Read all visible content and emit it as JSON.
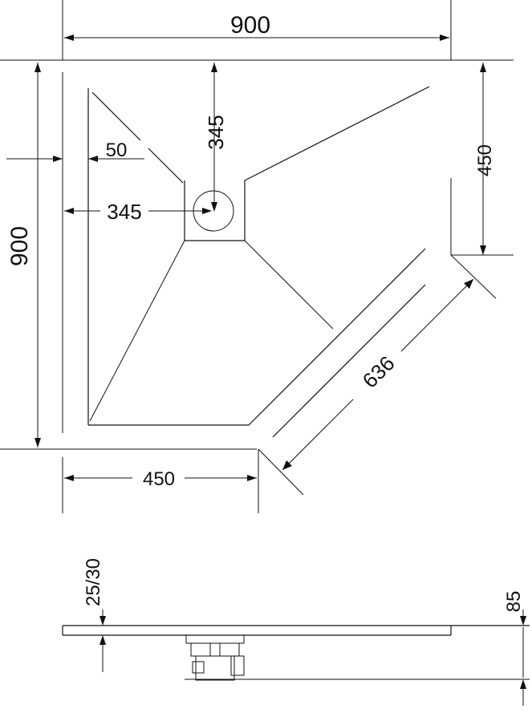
{
  "dimensions": {
    "top_width": "900",
    "left_height": "900",
    "drain_vertical": "345",
    "drain_horizontal": "345",
    "rim": "50",
    "right_height": "450",
    "bottom_width": "450",
    "diagonal": "636",
    "profile_thickness": "25/30",
    "profile_height": "85"
  },
  "colors": {
    "stroke": "#111111",
    "background": "#ffffff"
  }
}
